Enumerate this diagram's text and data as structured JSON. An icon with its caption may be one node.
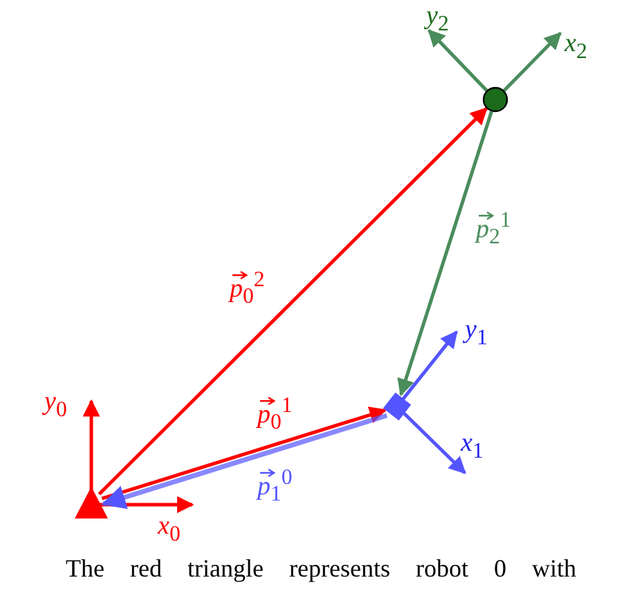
{
  "diagram": {
    "caption": "The red triangle represents robot 0 with",
    "nodes": [
      {
        "text": [],
        "shape": "triangle"
      },
      {
        "text": [],
        "shape": "box"
      },
      {
        "text": [],
        "shape": "circle"
      }
    ],
    "edges": [
      {
        "from": 0,
        "to": 2,
        "arrow": "to",
        "label": "*p*$_{0}$$^{2}$",
        "color": "#ff0000"
      },
      {
        "from": 0,
        "to": 1,
        "arrow": "to",
        "label": "*p*$_{0}$$^{1}$",
        "color": "#ff0000"
      },
      {
        "from": 1,
        "to": 0,
        "arrow": "to",
        "label": "*p*$_{1}$$^{0}$",
        "color": "#5555ff"
      },
      {
        "from": 2,
        "to": 1,
        "arrow": "to",
        "label": "*p*$_{2}$$^{1}$",
        "color": "#4a8c5c"
      }
    ],
    "labels": [
      "*y*$_{2}$",
      "*x*$_{2}$",
      "*y*$_{1}$",
      "*y*$_{0}$",
      "*x*$_{1}$",
      "*x*$_{0}$"
    ]
  }
}
